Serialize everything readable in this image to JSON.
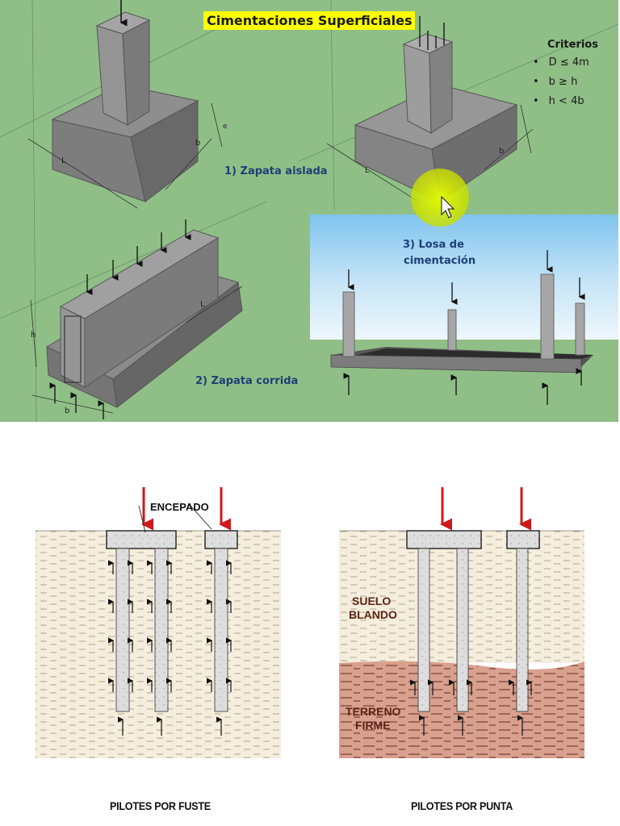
{
  "header": {
    "title": "Cimentaciones Superficiales"
  },
  "criteria": {
    "title": "Criterios",
    "items": [
      "D ≤ 4m",
      "b  ≥ h",
      "h < 4b"
    ]
  },
  "labels": {
    "zapata_aislada": "1) Zapata aislada",
    "zapata_corrida": "2) Zapata corrida",
    "losa_line1": "3) Losa de",
    "losa_line2": "cimentación"
  },
  "dims": {
    "L": "L",
    "b": "b",
    "h": "h",
    "e": "e"
  },
  "piles": {
    "encepado": "ENCEPADO",
    "suelo_blando_1": "SUELO",
    "suelo_blando_2": "BLANDO",
    "terreno_firme_1": "TERRENO",
    "terreno_firme_2": "FIRME",
    "caption_fuste": "PILOTES POR FUSTE",
    "caption_punta": "PILOTES POR PUNTA"
  },
  "colors": {
    "background_green": "#8fbf86",
    "concrete": "#9a9a9a",
    "title_highlight": "#ffff00",
    "label_blue": "#1f3f78",
    "soft_soil": "#f6eedc",
    "firm_soil": "#d9a08e",
    "load_arrow": "#cc1a1a"
  }
}
